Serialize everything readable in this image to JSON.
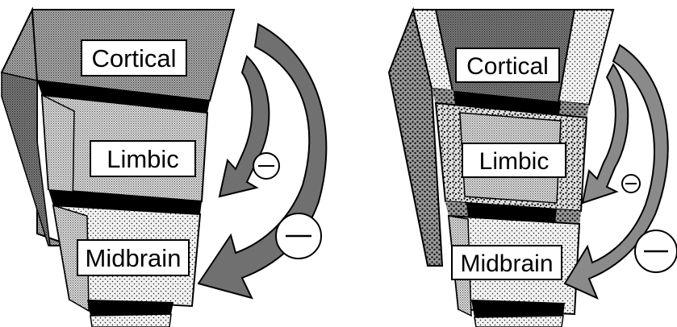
{
  "panels": [
    {
      "levels": [
        {
          "label": "Cortical"
        },
        {
          "label": "Limbic"
        },
        {
          "label": "Midbrain"
        }
      ],
      "feedback_arrows": [
        {
          "symbol": "−",
          "size": "small"
        },
        {
          "symbol": "—",
          "size": "large"
        }
      ]
    },
    {
      "levels": [
        {
          "label": "Cortical"
        },
        {
          "label": "Limbic"
        },
        {
          "label": "Midbrain"
        }
      ],
      "feedback_arrows": [
        {
          "symbol": "−",
          "size": "small"
        },
        {
          "symbol": "—",
          "size": "large"
        }
      ]
    }
  ],
  "colors": {
    "outline": "#000000",
    "arrow_left_panel": "#707070",
    "arrow_right_panel": "#8a8a8a",
    "band": "#000000",
    "background": "#ffffff"
  }
}
